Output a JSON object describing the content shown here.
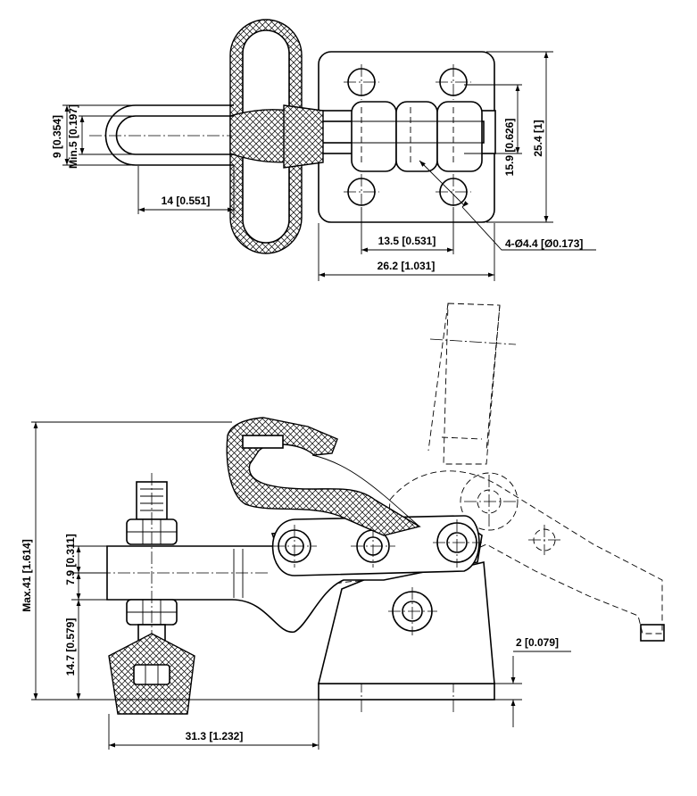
{
  "dimensions": {
    "top_view": {
      "stroke_9": "9 [0.354]",
      "min_stroke": "Min.5 [0.197]",
      "length_14": "14 [0.551]",
      "hole_spacing_13_5": "13.5 [0.531]",
      "base_width": "26.2 [1.031]",
      "holes": "4-Ø4.4 [Ø0.173]",
      "height_15_9": "15.9 [0.626]",
      "base_height": "25.4 [1]"
    },
    "side_view": {
      "max_height": "Max.41 [1.614]",
      "height_7_9": "7.9 [0.311]",
      "height_14_7": "14.7 [0.579]",
      "base_thickness": "2 [0.079]",
      "reach": "31.3 [1.232]"
    }
  }
}
